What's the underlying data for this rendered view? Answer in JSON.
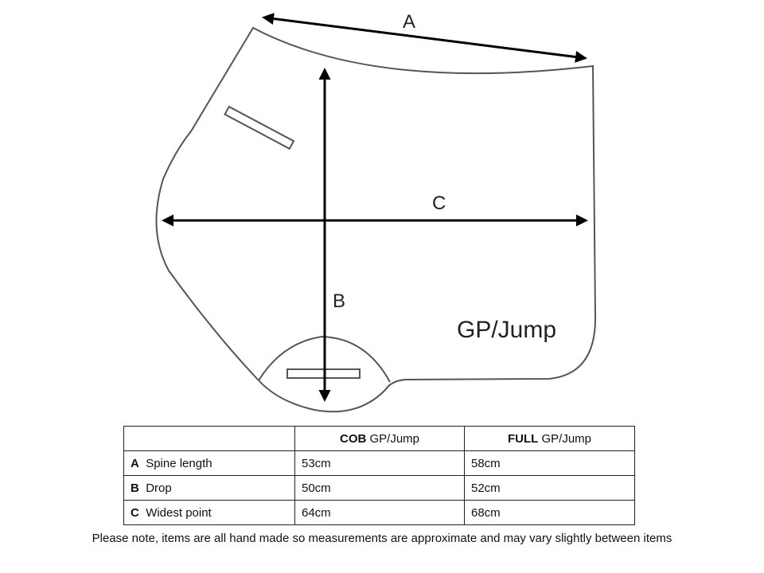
{
  "diagram": {
    "labels": {
      "a": "A",
      "b": "B",
      "c": "C"
    },
    "title": "GP/Jump"
  },
  "table": {
    "headers": [
      {
        "bold": "",
        "text": ""
      },
      {
        "bold": "COB",
        "text": " GP/Jump"
      },
      {
        "bold": "FULL",
        "text": " GP/Jump"
      }
    ],
    "rows": [
      {
        "key": "A",
        "name": "Spine length",
        "cob": "53cm",
        "full": "58cm"
      },
      {
        "key": "B",
        "name": "Drop",
        "cob": "50cm",
        "full": "52cm"
      },
      {
        "key": "C",
        "name": "Widest point",
        "cob": "64cm",
        "full": "68cm"
      }
    ]
  },
  "note": "Please note, items are all hand made so measurements are approximate and may vary slightly between items"
}
